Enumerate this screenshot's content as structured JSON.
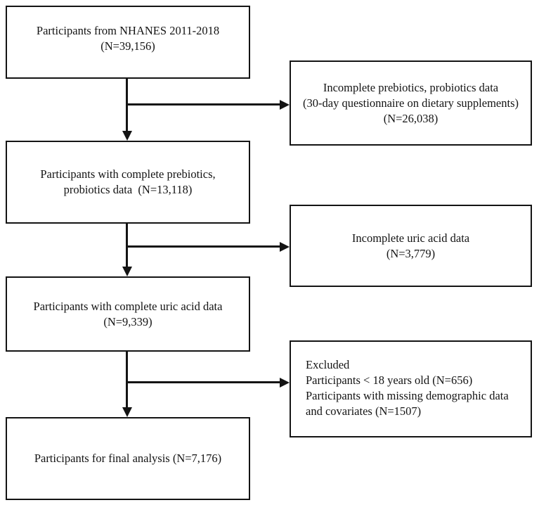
{
  "boxes": {
    "nhanes": {
      "lines": [
        "Participants from NHANES 2011-2018",
        "(N=39,156)"
      ]
    },
    "incomplete_prebiotics": {
      "lines": [
        "Incomplete prebiotics, probiotics data",
        "(30-day questionnaire on dietary supplements)",
        "(N=26,038)"
      ]
    },
    "complete_prebiotics": {
      "lines": [
        "Participants with complete prebiotics,",
        "probiotics data  (N=13,118)"
      ]
    },
    "incomplete_uric_acid": {
      "lines": [
        "Incomplete uric acid data",
        "(N=3,779)"
      ]
    },
    "complete_uric_acid": {
      "lines": [
        "Participants with complete uric acid data",
        "(N=9,339)"
      ]
    },
    "excluded": {
      "lines": [
        "Excluded",
        "Participants < 18 years old (N=656)",
        "Participants with missing demographic data",
        "and covariates (N=1507)"
      ]
    },
    "final_analysis": {
      "lines": [
        "Participants for final analysis (N=7,176)"
      ]
    }
  },
  "colors": {
    "border": "#141414",
    "background": "#ffffff",
    "text": "#141414"
  }
}
